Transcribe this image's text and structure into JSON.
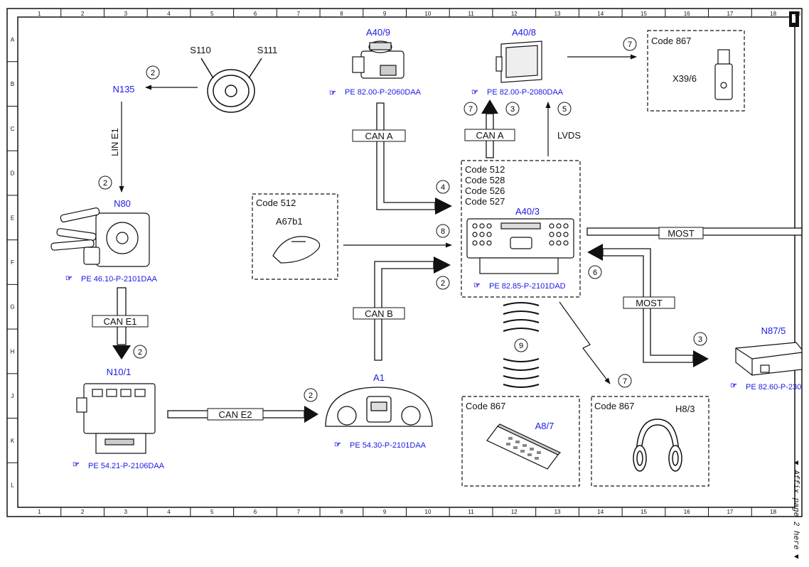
{
  "grid": {
    "columns": [
      "1",
      "2",
      "3",
      "4",
      "5",
      "6",
      "7",
      "8",
      "9",
      "10",
      "11",
      "12",
      "13",
      "14",
      "15",
      "16",
      "17",
      "18"
    ],
    "rows": [
      "A",
      "B",
      "C",
      "D",
      "E",
      "F",
      "G",
      "H",
      "J",
      "K",
      "L"
    ]
  },
  "components": {
    "a40_9": {
      "label": "A40/9",
      "ref": "PE 82.00-P-2060DAA"
    },
    "a40_8": {
      "label": "A40/8",
      "ref": "PE 82.00-P-2080DAA"
    },
    "a40_3": {
      "label": "A40/3",
      "ref": "PE 82.85-P-2101DAD",
      "codes": [
        "Code 512",
        "Code 528",
        "Code 526",
        "Code 527"
      ]
    },
    "n135": {
      "label": "N135"
    },
    "steering": {
      "s110": "S110",
      "s111": "S111"
    },
    "n80": {
      "label": "N80",
      "ref": "PE 46.10-P-2101DAA"
    },
    "n10_1": {
      "label": "N10/1",
      "ref": "PE 54.21-P-2106DAA"
    },
    "a1": {
      "label": "A1",
      "ref": "PE 54.30-P-2101DAA"
    },
    "a67b1": {
      "label": "A67b1",
      "code": "Code 512"
    },
    "x39_6": {
      "label": "X39/6",
      "code": "Code 867"
    },
    "a8_7": {
      "label": "A8/7",
      "code": "Code 867"
    },
    "h8_3": {
      "label": "H8/3",
      "code": "Code 867"
    },
    "n87_5": {
      "label": "N87/5",
      "ref": "PE 82.60-P-230"
    }
  },
  "buses": {
    "can_a1": "CAN A",
    "can_a2": "CAN A",
    "can_b": "CAN B",
    "can_e1": "CAN E1",
    "can_e2": "CAN E2",
    "lin_e1": "LIN E1",
    "lvds": "LVDS",
    "most1": "MOST",
    "most2": "MOST"
  },
  "markers": {
    "m_n135": "2",
    "m_n80": "2",
    "m_h": "2",
    "m_a1": "2",
    "m_canb": "2",
    "m_cana1": "4",
    "m_a67": "8",
    "m_top7": "7",
    "m_top3": "3",
    "m_lvds": "5",
    "m_x39": "7",
    "m_most6": "6",
    "m_most3": "3",
    "m_ir9": "9",
    "m_h83": "7"
  },
  "side_note": "▼ Affix page 2 here ▼",
  "corner_mark": "18"
}
